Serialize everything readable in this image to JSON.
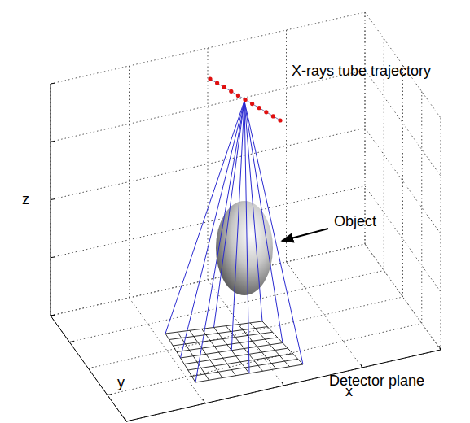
{
  "diagram": {
    "labels": [
      "X-rays tube trajectory",
      "Object",
      "Detector plane",
      "z",
      "y",
      "x"
    ]
  }
}
